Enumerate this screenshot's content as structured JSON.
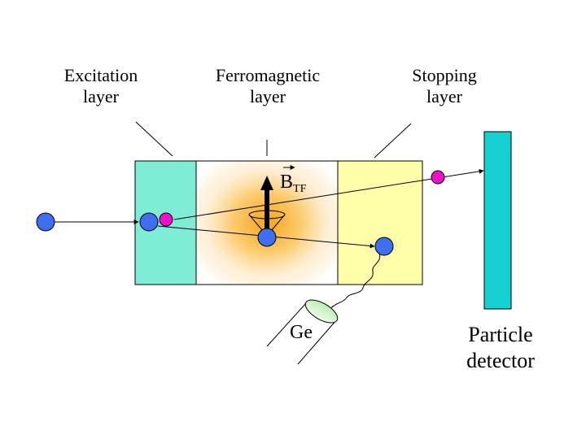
{
  "labels": {
    "excitation": [
      "Excitation",
      "layer"
    ],
    "ferromagnetic": [
      "Ferromagnetic",
      "layer"
    ],
    "stopping": [
      "Stopping",
      "layer"
    ],
    "field": {
      "main": "B",
      "sub": "TF"
    },
    "germanium": "Ge",
    "detector": [
      "Particle",
      "detector"
    ]
  },
  "colors": {
    "excitation_layer": "#7fedd6",
    "ferromagnetic_glow": "#f7a21a",
    "stopping_layer": "#ffffaa",
    "detector": "#16d1d1",
    "nucleus": "#3f6ff0",
    "ejectile": "#ee10cc",
    "ge_detector": "#c8f5c0"
  }
}
